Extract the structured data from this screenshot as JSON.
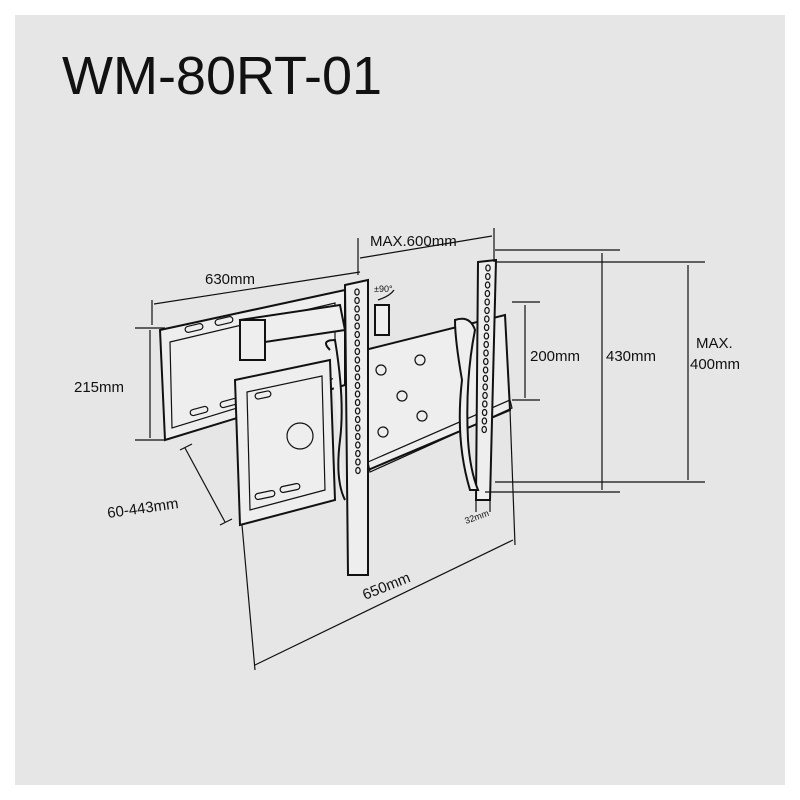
{
  "title": "WM-80RT-01",
  "dimensions": {
    "max_600": "MAX.600mm",
    "width_630": "630mm",
    "rotation": "±90°",
    "height_215": "215mm",
    "depth_range": "60-443mm",
    "width_650": "650mm",
    "height_200": "200mm",
    "height_430": "430mm",
    "max_400_line1": "MAX.",
    "max_400_line2": "400mm",
    "offset_32": "32mm"
  }
}
